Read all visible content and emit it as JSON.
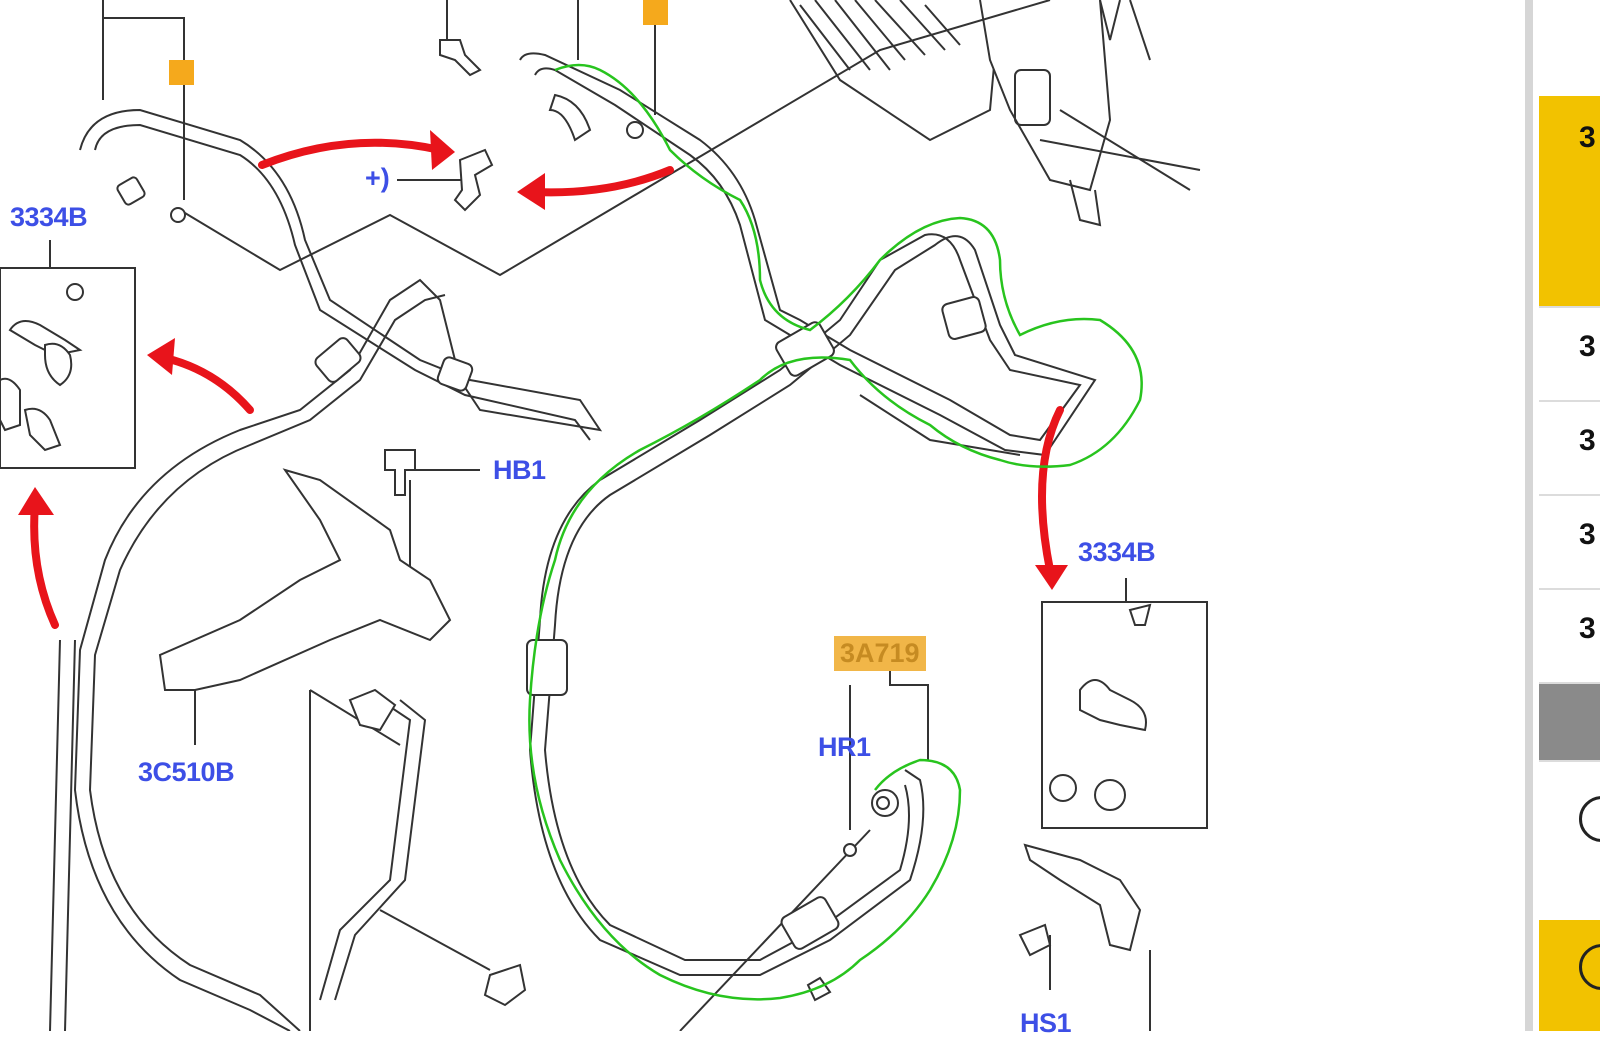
{
  "callouts": {
    "top_left_3334b": "3334B",
    "hb1": "HB1",
    "c3c510b": "3C510B",
    "a3a719": "3A719",
    "hr1": "HR1",
    "right_3334b": "3334B",
    "hs1": "HS1",
    "plus": "+)"
  },
  "side_panel": {
    "rows": [
      {
        "label": "3",
        "style": "yellow"
      },
      {
        "label": "3",
        "style": "plain"
      },
      {
        "label": "3",
        "style": "plain"
      },
      {
        "label": "3",
        "style": "plain"
      },
      {
        "label": "3",
        "style": "plain"
      },
      {
        "label": "",
        "style": "gray"
      },
      {
        "label": "",
        "style": "icon"
      },
      {
        "label": "",
        "style": "yellow-icon"
      }
    ]
  },
  "colors": {
    "callout_blue": "#3d4fe6",
    "arrow_red": "#e8141b",
    "annotation_green": "#28c41e",
    "marker_orange": "#f5a91c",
    "highlight_yellow": "#f2c200"
  }
}
